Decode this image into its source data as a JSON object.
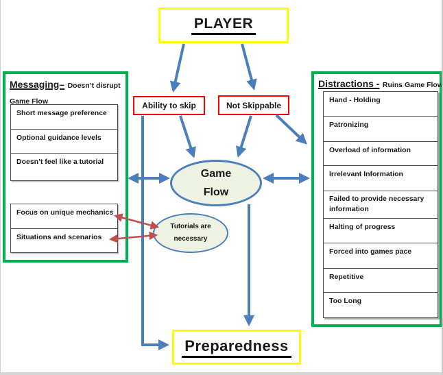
{
  "player": {
    "label": "PLAYER"
  },
  "preparedness": {
    "label": "Preparedness"
  },
  "ability_to_skip": {
    "label": "Ability to skip"
  },
  "not_skippable": {
    "label": "Not Skippable"
  },
  "game_flow": {
    "line1": "Game",
    "line2": "Flow"
  },
  "tutorials": {
    "line1": "Tutorials are",
    "line2": "necessary"
  },
  "messaging": {
    "title": "Messaging–",
    "subtitle": "Doesn’t disrupt Game Flow",
    "items": [
      "Short message preference",
      "Optional guidance levels",
      "Doesn’t feel like a tutorial"
    ],
    "items2": [
      "Focus on unique mechanics",
      "Situations and scenarios"
    ]
  },
  "distractions": {
    "title": "Distractions -",
    "subtitle": "Ruins Game Flow",
    "items": [
      "Hand - Holding",
      "Patronizing",
      "Overload of information",
      "Irrelevant Information",
      "Failed to provide necessary information",
      "Halting of progress",
      "Forced into games pace",
      "Repetitive",
      "Too Long"
    ]
  },
  "colors": {
    "panel_border_green": "#00b050",
    "highlight_border_yellow": "#ffff00",
    "option_border_red": "#ff0000",
    "arrow_blue": "#4a7ebc",
    "arrow_red": "#bf4f4c",
    "ellipse_fill": "#eef2e2"
  }
}
